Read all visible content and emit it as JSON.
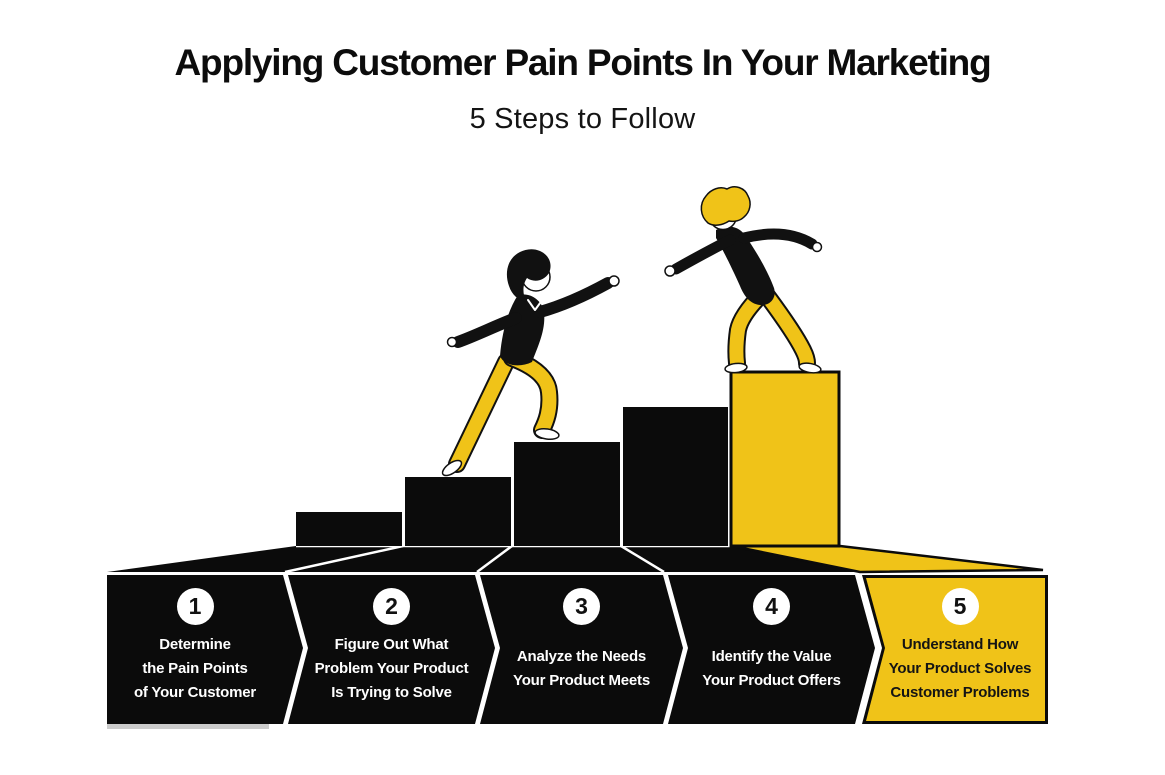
{
  "header": {
    "title": "Applying Customer Pain Points In Your Marketing",
    "subtitle": "5 Steps to Follow"
  },
  "colors": {
    "accent_yellow": "#F0C318",
    "ink_black": "#0B0B0B",
    "text_white": "#FFFFFF"
  },
  "illustration": {
    "left_figure": "person-climbing-stairs-icon",
    "right_figure": "person-offering-help-icon",
    "stairs_total": 5,
    "highlighted_stair": 5
  },
  "steps": [
    {
      "number": "1",
      "lines": [
        "Determine",
        "the Pain Points",
        "of Your Customer"
      ],
      "highlighted": false
    },
    {
      "number": "2",
      "lines": [
        "Figure Out What",
        "Problem Your Product",
        "Is Trying to Solve"
      ],
      "highlighted": false
    },
    {
      "number": "3",
      "lines": [
        "Analyze the Needs",
        "Your Product Meets"
      ],
      "highlighted": false
    },
    {
      "number": "4",
      "lines": [
        "Identify the Value",
        "Your Product Offers"
      ],
      "highlighted": false
    },
    {
      "number": "5",
      "lines": [
        "Understand How",
        "Your Product Solves",
        "Customer Problems"
      ],
      "highlighted": true
    }
  ]
}
